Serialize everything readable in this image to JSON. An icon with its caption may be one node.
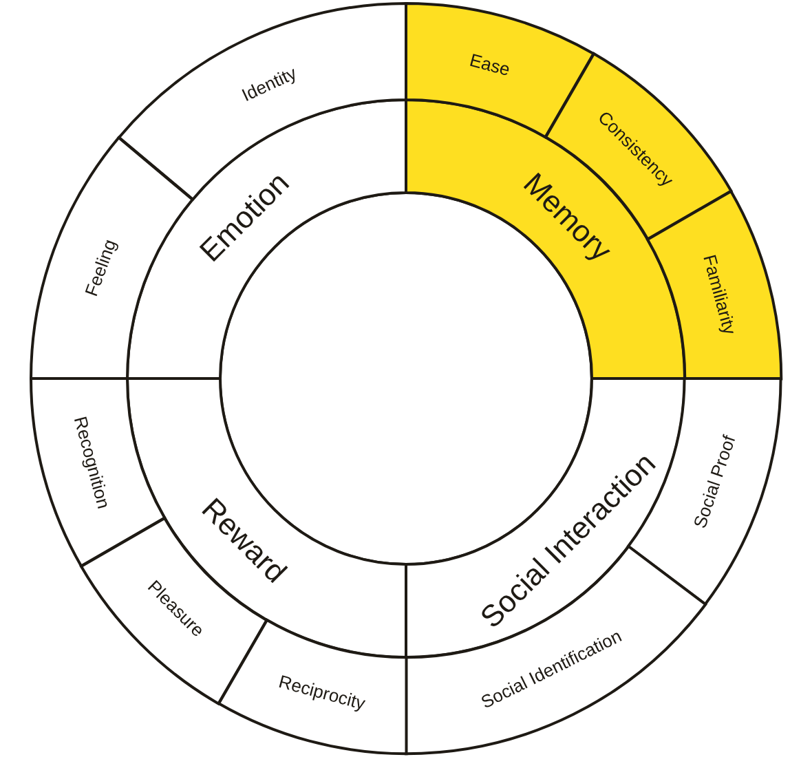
{
  "diagram": {
    "nodes": [
      {
        "text": [],
        "shape": "circle"
      },
      {
        "text": [
          "Emotion"
        ]
      },
      {
        "text": [
          "Identity"
        ]
      },
      {
        "text": [
          "Feeling"
        ]
      },
      {
        "text": [
          "Memory"
        ]
      },
      {
        "text": [
          "Ease"
        ]
      },
      {
        "text": [
          "Consistency"
        ]
      },
      {
        "text": [
          "Familiarity"
        ]
      },
      {
        "text": [
          "Social Interaction"
        ]
      },
      {
        "text": [
          "Social Proof"
        ]
      },
      {
        "text": [
          "Social Identification"
        ]
      },
      {
        "text": [
          "Reward"
        ]
      },
      {
        "text": [
          "Recognition"
        ]
      },
      {
        "text": [
          "Pleasure"
        ]
      },
      {
        "text": [
          "Reciprocity"
        ]
      }
    ]
  }
}
